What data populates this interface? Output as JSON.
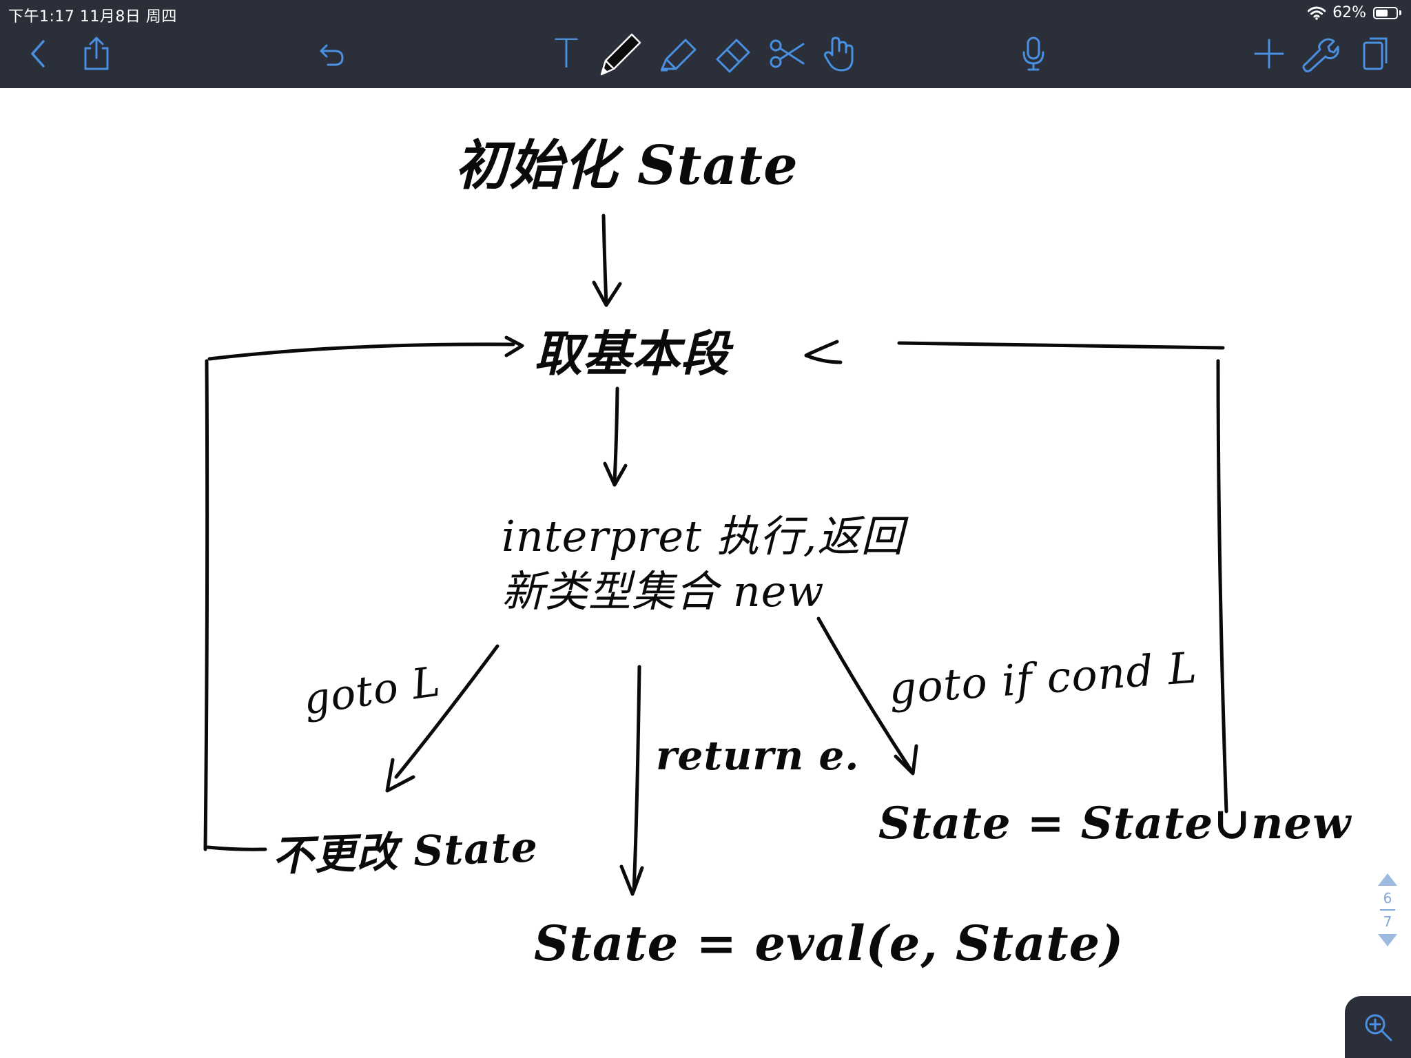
{
  "status_bar": {
    "time_date": "下午1:17   11月8日 周四",
    "battery_percent": "62%",
    "battery_level": 0.62
  },
  "toolbar": {
    "icons": [
      "back-icon",
      "share-icon",
      "undo-icon",
      "text-tool-icon",
      "pen-tool-icon",
      "highlighter-icon",
      "eraser-icon",
      "scissors-icon",
      "hand-icon",
      "microphone-icon",
      "add-icon",
      "wrench-icon",
      "pages-icon"
    ],
    "text_tool_glyph": "T",
    "accent_color": "#4a90e2",
    "background_color": "#2b2f39"
  },
  "note": {
    "init_state": "初始化 State",
    "fetch_segment": "取基本段",
    "interpret_line1": "interpret 执行,返回",
    "interpret_line2": "新类型集合 new",
    "goto_l": "goto L",
    "return_e": "return e.",
    "goto_if_cond": "goto if cond L",
    "state_unchanged": "不更改 State",
    "state_union": "State = State∪new",
    "state_eval": "State = eval(e, State)"
  },
  "pager": {
    "current": "6",
    "total": "7"
  }
}
